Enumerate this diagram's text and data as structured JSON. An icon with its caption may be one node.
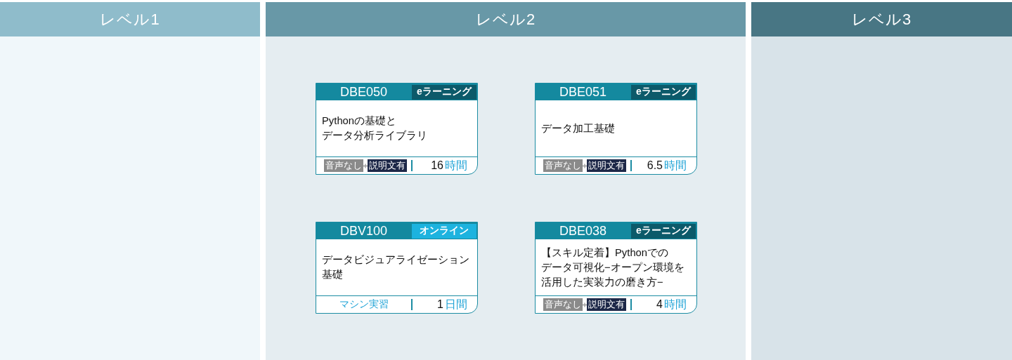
{
  "diagram": {
    "nodes": [
      {
        "text": [
          "レベル1"
        ]
      },
      {
        "text": [
          "レベル2"
        ]
      },
      {
        "text": [
          "DBE050",
          "eラーニング",
          "Pythonの基礎とデータ分析ライブラリ",
          "音声なし",
          "説明文有",
          "16",
          "時間"
        ],
        "in": 1
      },
      {
        "text": [
          "DBE051",
          "eラーニング",
          "データ加工基礎",
          "音声なし",
          "説明文有",
          "6.5",
          "時間"
        ],
        "in": 1
      },
      {
        "text": [
          "DBV100",
          "オンライン",
          "データビジュアライゼーション基礎",
          "マシン実習",
          "1",
          "日間"
        ],
        "in": 1
      },
      {
        "text": [
          "DBE038",
          "eラーニング",
          "【スキル定着】Pythonでのデータ可視化−オープン環境を活用した実装力の磨き方−",
          "音声なし",
          "説明文有",
          "4",
          "時間"
        ],
        "in": 1
      },
      {
        "text": [
          "レベル3"
        ]
      }
    ]
  }
}
